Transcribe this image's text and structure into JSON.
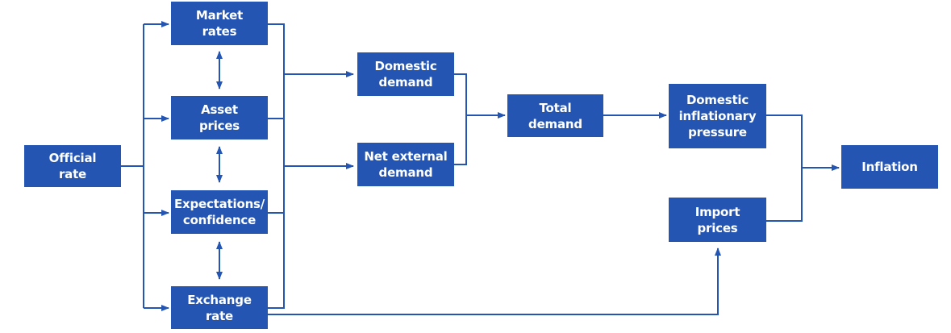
{
  "nodes": {
    "official_rate": "Official\nrate",
    "market_rates": "Market\nrates",
    "asset_prices": "Asset\nprices",
    "expectations_confidence": "Expectations/\nconfidence",
    "exchange_rate": "Exchange\nrate",
    "domestic_demand": "Domestic\ndemand",
    "net_external_demand": "Net external\ndemand",
    "total_demand": "Total\ndemand",
    "domestic_inflationary_pressure": "Domestic\ninflationary\npressure",
    "import_prices": "Import\nprices",
    "inflation": "Inflation"
  },
  "colors": {
    "box_fill": "#2455b3",
    "box_text": "#ffffff",
    "connector": "#2455b3"
  }
}
